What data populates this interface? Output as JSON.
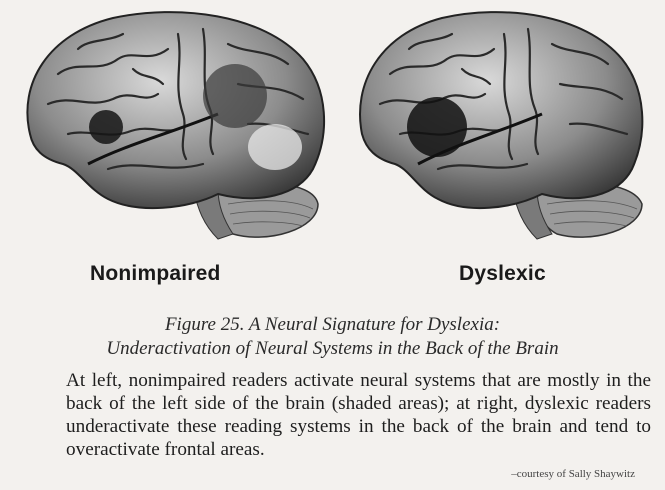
{
  "panels": [
    {
      "label": "Nonimpaired"
    },
    {
      "label": "Dyslexic"
    }
  ],
  "caption": {
    "line1": "Figure 25. A Neural Signature for Dyslexia:",
    "line2": "Underactivation of Neural Systems in the Back of the Brain"
  },
  "body_text": "At left, nonimpaired readers activate neural systems that are mostly in the back of the left side of the brain (shaded areas); at right, dyslexic readers underactivate these reading systems in the back of the brain and tend to overactivate frontal areas.",
  "credit": "–courtesy of Sally Shaywitz"
}
